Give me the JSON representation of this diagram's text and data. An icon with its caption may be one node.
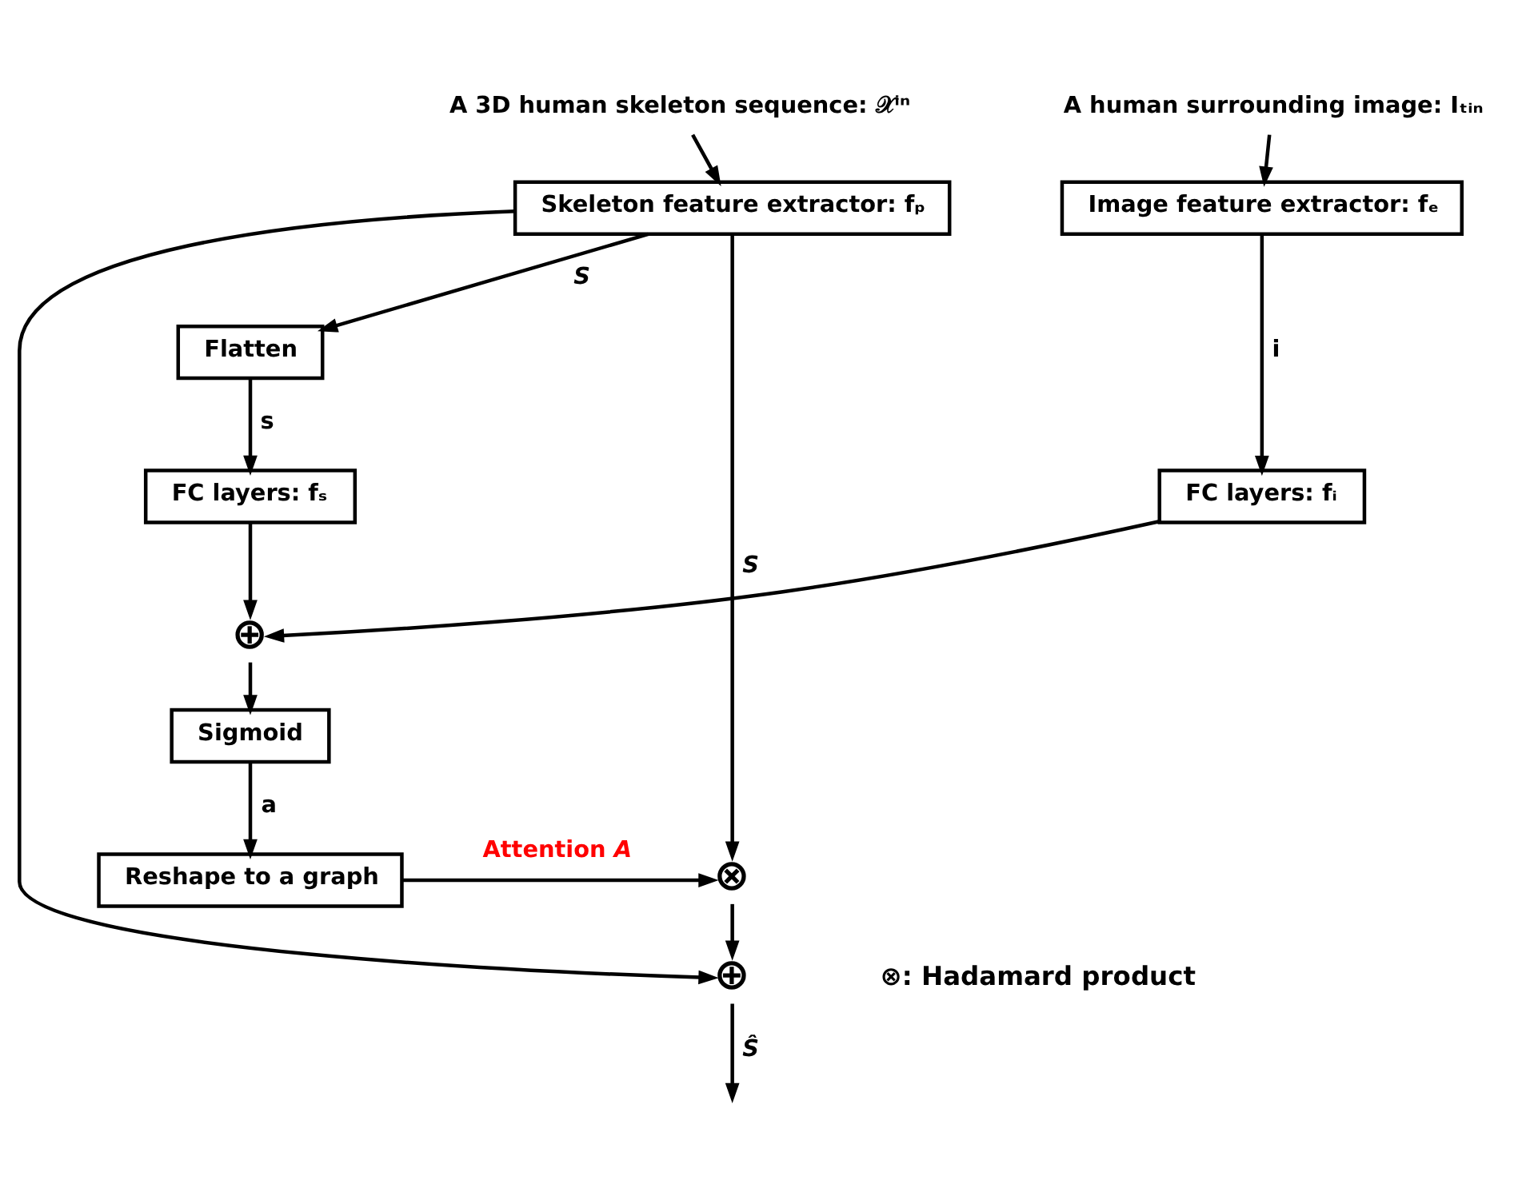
{
  "diagram": {
    "nodes": [
      {
        "text": [
          "A 3D human skeleton sequence: 𝒳ⁱⁿ"
        ]
      },
      {
        "text": [
          "A human surrounding image: Iₜᵢₙ"
        ]
      },
      {
        "text": [
          "Skeleton feature extractor: fₚ"
        ]
      },
      {
        "text": [
          "Image feature extractor: fₑ"
        ]
      },
      {
        "text": [
          "Flatten"
        ]
      },
      {
        "text": [
          "FC layers: fₛ"
        ]
      },
      {
        "text": [
          "FC layers: fᵢ"
        ]
      },
      {
        "text": [
          "⊕"
        ]
      },
      {
        "text": [
          "Sigmoid"
        ]
      },
      {
        "text": [
          "Reshape to a graph"
        ]
      },
      {
        "text": [
          "⊗"
        ]
      },
      {
        "text": [
          "⊕"
        ]
      }
    ],
    "edges": [
      {
        "from": 0,
        "to": 2,
        "arrow": "to"
      },
      {
        "from": 1,
        "to": 3,
        "arrow": "to"
      },
      {
        "from": 2,
        "to": 4,
        "arrow": "to",
        "label": "*S*"
      },
      {
        "from": 2,
        "to": 10,
        "arrow": "to",
        "label": "*S*"
      },
      {
        "from": 4,
        "to": 5,
        "arrow": "to",
        "label": "s"
      },
      {
        "from": 3,
        "to": 6,
        "arrow": "to",
        "label": "i"
      },
      {
        "from": 5,
        "to": 7,
        "arrow": "to"
      },
      {
        "from": 6,
        "to": 7,
        "arrow": "to"
      },
      {
        "from": 7,
        "to": 8,
        "arrow": "to"
      },
      {
        "from": 8,
        "to": 9,
        "arrow": "to",
        "label": "a"
      },
      {
        "from": 9,
        "to": 10,
        "arrow": "to",
        "label": "Attention *A*"
      },
      {
        "from": 10,
        "to": 11,
        "arrow": "to"
      },
      {
        "from": 2,
        "to": 11,
        "arrow": "to"
      },
      {
        "from": 11,
        "to": null,
        "arrow": "to",
        "label": "*Ŝ*"
      }
    ],
    "labels": [
      "⊗: Hadamard product"
    ]
  }
}
